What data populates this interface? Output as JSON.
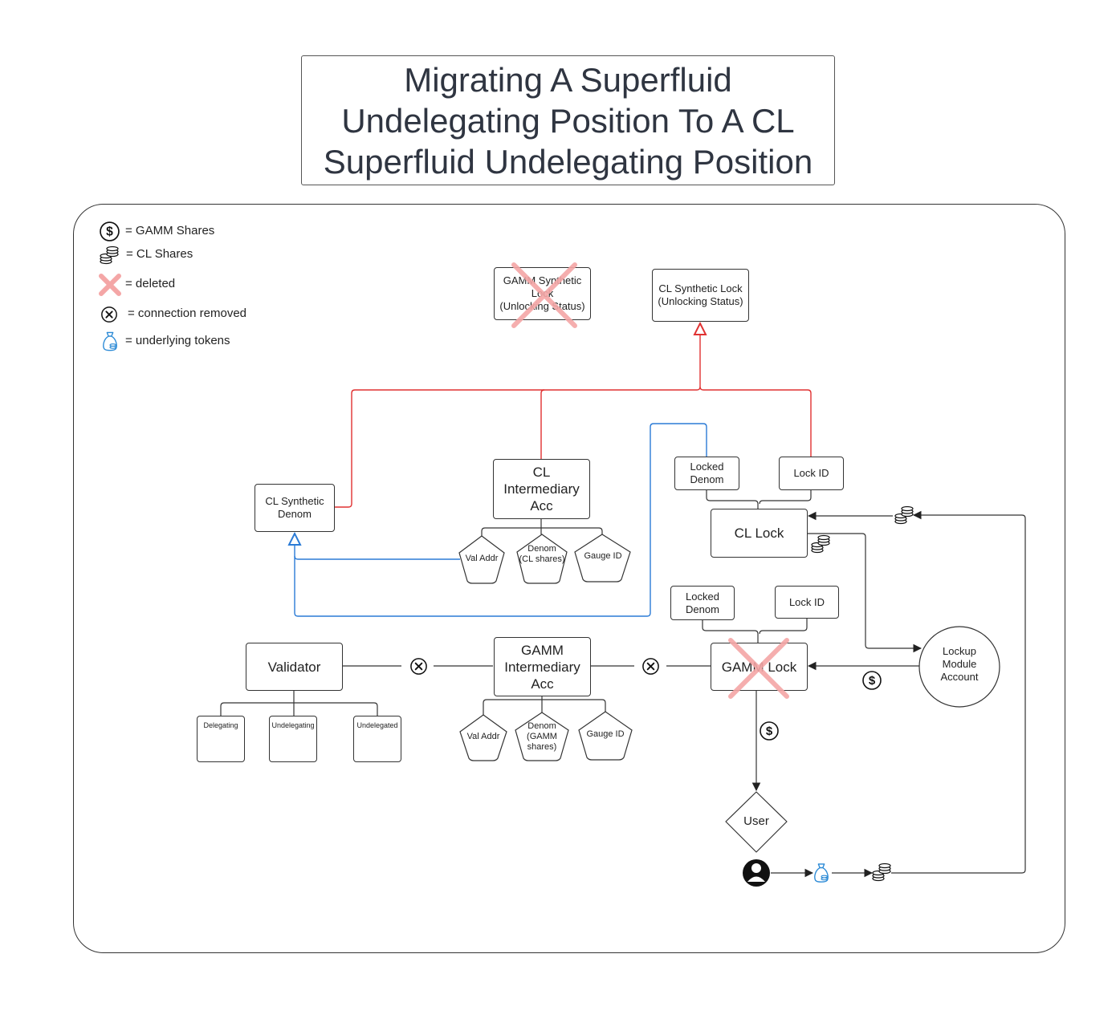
{
  "title": "Migrating A Superfluid\nUndelegating Position To A CL\nSuperfluid Undelegating Position",
  "legend": {
    "gamm": "= GAMM Shares",
    "cl": "= CL Shares",
    "deleted": "= deleted",
    "removed": "= connection removed",
    "underlying": "= underlying tokens"
  },
  "nodes": {
    "gamm_synthetic_lock": "GAMM Synthetic\nLock\n(Unlocking Status)",
    "cl_synthetic_lock": "CL Synthetic Lock\n(Unlocking Status)",
    "cl_synthetic_denom": "CL Synthetic\nDenom",
    "cl_intermediary": "CL\nIntermediary\nAcc",
    "cl_val_addr": "Val Addr",
    "cl_denom": "Denom\n(CL shares)",
    "cl_gauge": "Gauge ID",
    "cl_locked_denom": "Locked\nDenom",
    "cl_lock_id": "Lock ID",
    "cl_lock": "CL Lock",
    "gamm_locked_denom": "Locked\nDenom",
    "gamm_lock_id": "Lock ID",
    "gamm_lock": "GAMM Lock",
    "validator": "Validator",
    "delegating": "Delegating",
    "undelegating": "Undelegating",
    "undelegated": "Undelegated",
    "gamm_intermediary": "GAMM\nIntermediary\nAcc",
    "gamm_val_addr": "Val Addr",
    "gamm_denom": "Denom\n(GAMM\nshares)",
    "gamm_gauge": "Gauge ID",
    "lockup_module": "Lockup\nModule\nAccount",
    "user": "User"
  },
  "colors": {
    "red_line": "#e03131",
    "blue_line": "#2b7bd6",
    "deleted_x": "#f4a6a6",
    "text_dark": "#2f3541"
  },
  "icons": {
    "dollar": "dollar-circle-icon",
    "coins": "coin-stack-icon",
    "x": "x-mark-icon",
    "x_circle": "x-circle-icon",
    "bag": "money-bag-icon",
    "person": "person-icon"
  }
}
